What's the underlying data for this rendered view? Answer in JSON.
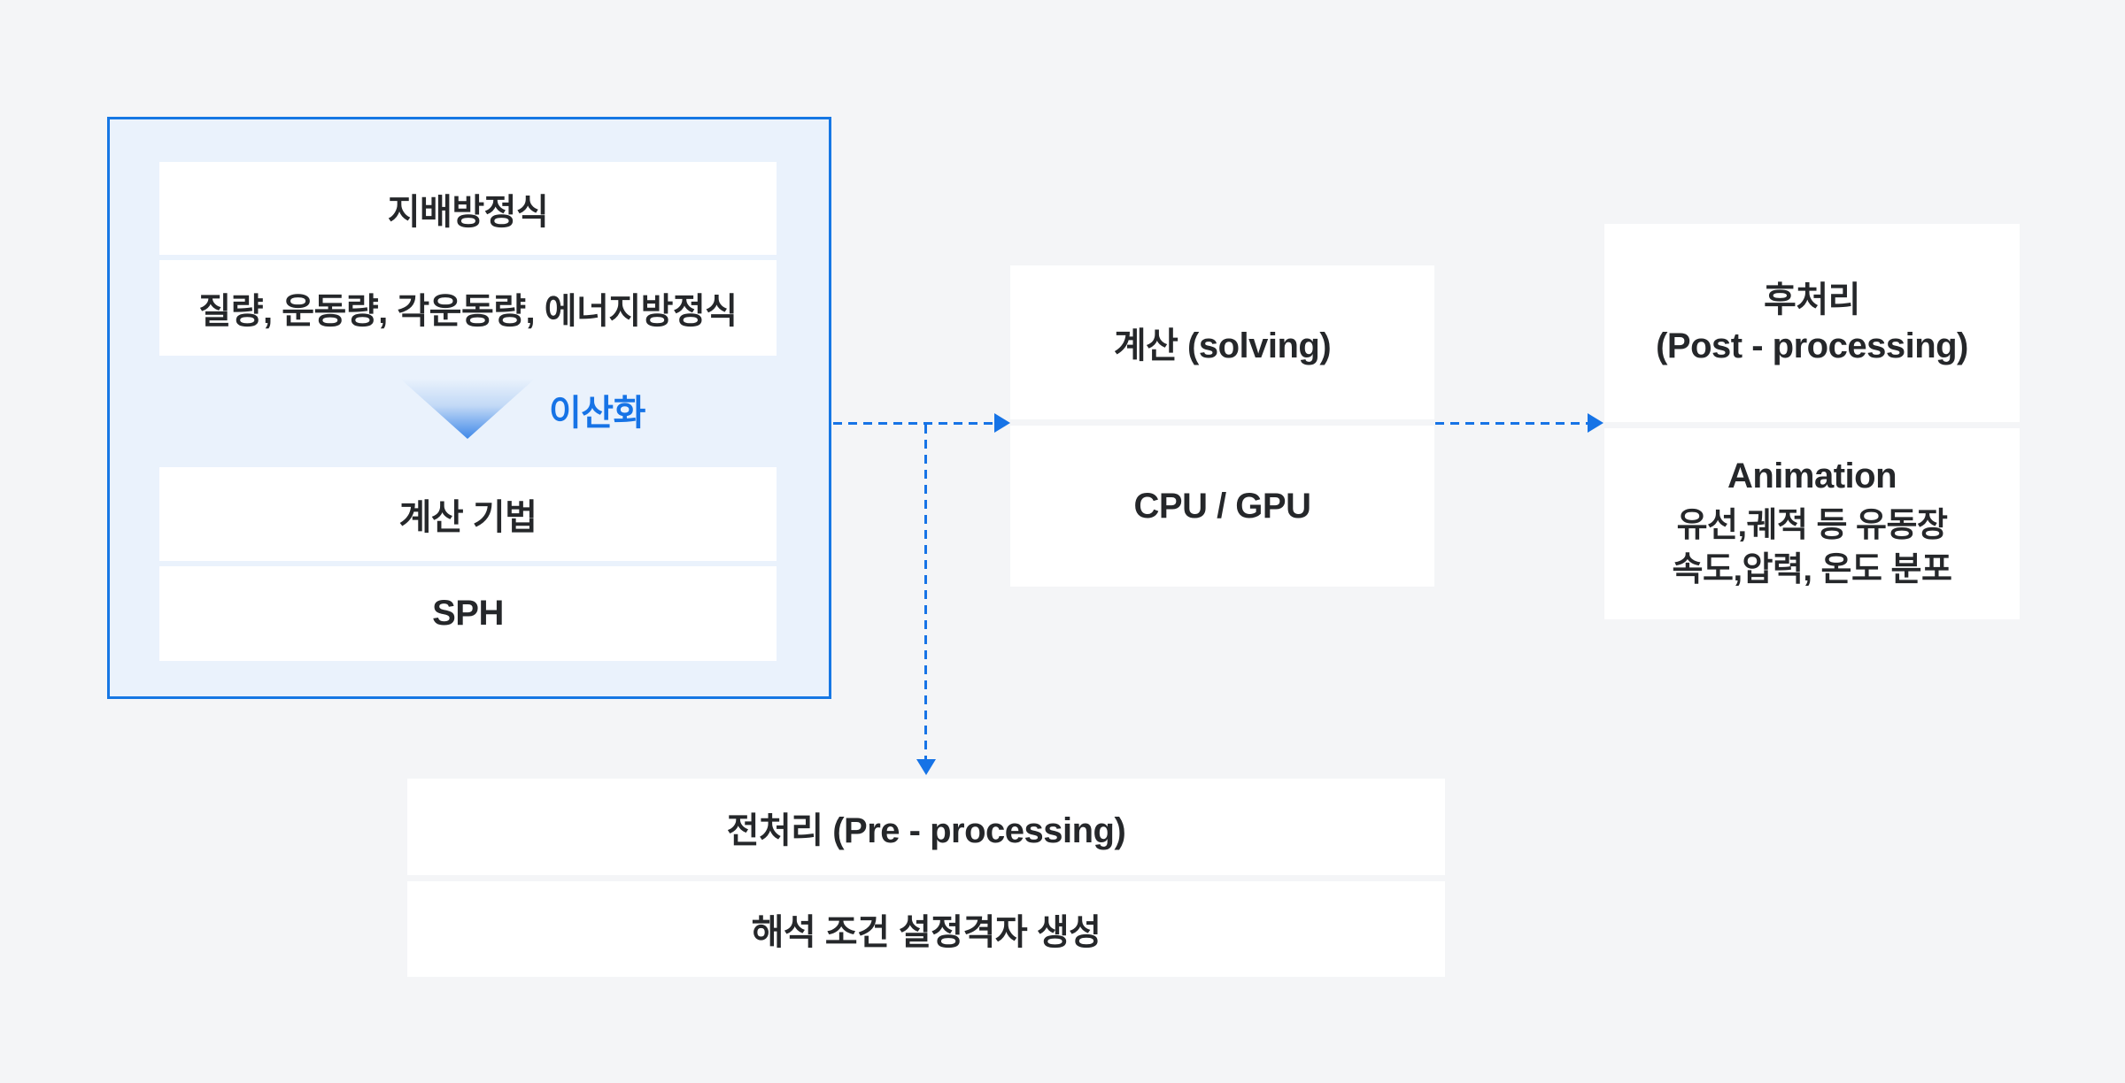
{
  "diagram": {
    "governing": {
      "row1": "지배방정식",
      "row2": "질량, 운동량, 각운동량, 에너지방정식",
      "discretization": "이산화",
      "row3": "계산 기법",
      "row4": "SPH"
    },
    "solving": {
      "title": "계산 (solving)",
      "detail": "CPU / GPU"
    },
    "post": {
      "title_line1": "후처리",
      "title_line2": "(Post - processing)",
      "heading": "Animation",
      "detail_line1": "유선,궤적 등 유동장",
      "detail_line2": "속도,압력, 온도 분포"
    },
    "pre": {
      "title": "전처리 (Pre - processing)",
      "detail": "해석 조건 설정격자 생성"
    }
  },
  "colors": {
    "background": "#f4f5f7",
    "panel_fill": "#eaf2fc",
    "panel_border": "#1677e4",
    "accent_blue": "#1673e6",
    "text": "#25272a",
    "cell_white": "#ffffff"
  }
}
